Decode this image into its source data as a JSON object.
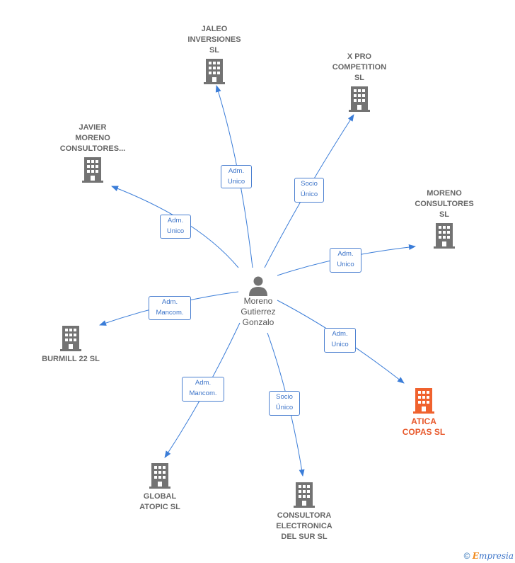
{
  "center": {
    "label": "Moreno\nGutierrez\nGonzalo",
    "icon": "person-icon"
  },
  "companies": [
    {
      "id": "jaleo",
      "label": "JALEO\nINVERSIONES\nSL",
      "color": "#737373"
    },
    {
      "id": "xpro",
      "label": "X PRO\nCOMPETITION\nSL",
      "color": "#737373"
    },
    {
      "id": "javier",
      "label": "JAVIER\nMORENO\nCONSULTORES...",
      "color": "#737373"
    },
    {
      "id": "moreno",
      "label": "MORENO\nCONSULTORES\nSL",
      "color": "#737373"
    },
    {
      "id": "burmill",
      "label": "BURMILL 22 SL",
      "color": "#737373"
    },
    {
      "id": "atica",
      "label": "ATICA\nCOPAS SL",
      "color": "#f0622e"
    },
    {
      "id": "global",
      "label": "GLOBAL\nATOPIC SL",
      "color": "#737373"
    },
    {
      "id": "consultora",
      "label": "CONSULTORA\nELECTRONICA\nDEL SUR SL",
      "color": "#737373"
    }
  ],
  "relations": [
    {
      "to": "jaleo",
      "label": "Adm.\nUnico"
    },
    {
      "to": "xpro",
      "label": "Socio\nÚnico"
    },
    {
      "to": "javier",
      "label": "Adm.\nUnico"
    },
    {
      "to": "moreno",
      "label": "Adm.\nUnico"
    },
    {
      "to": "burmill",
      "label": "Adm.\nMancom."
    },
    {
      "to": "atica",
      "label": "Adm.\nUnico"
    },
    {
      "to": "global",
      "label": "Adm.\nMancom."
    },
    {
      "to": "consultora",
      "label": "Socio\nÚnico"
    }
  ],
  "footer": {
    "copyright": "©",
    "brand_first": "E",
    "brand_rest": "mpresia"
  },
  "edge_color": "#3b7dd8"
}
